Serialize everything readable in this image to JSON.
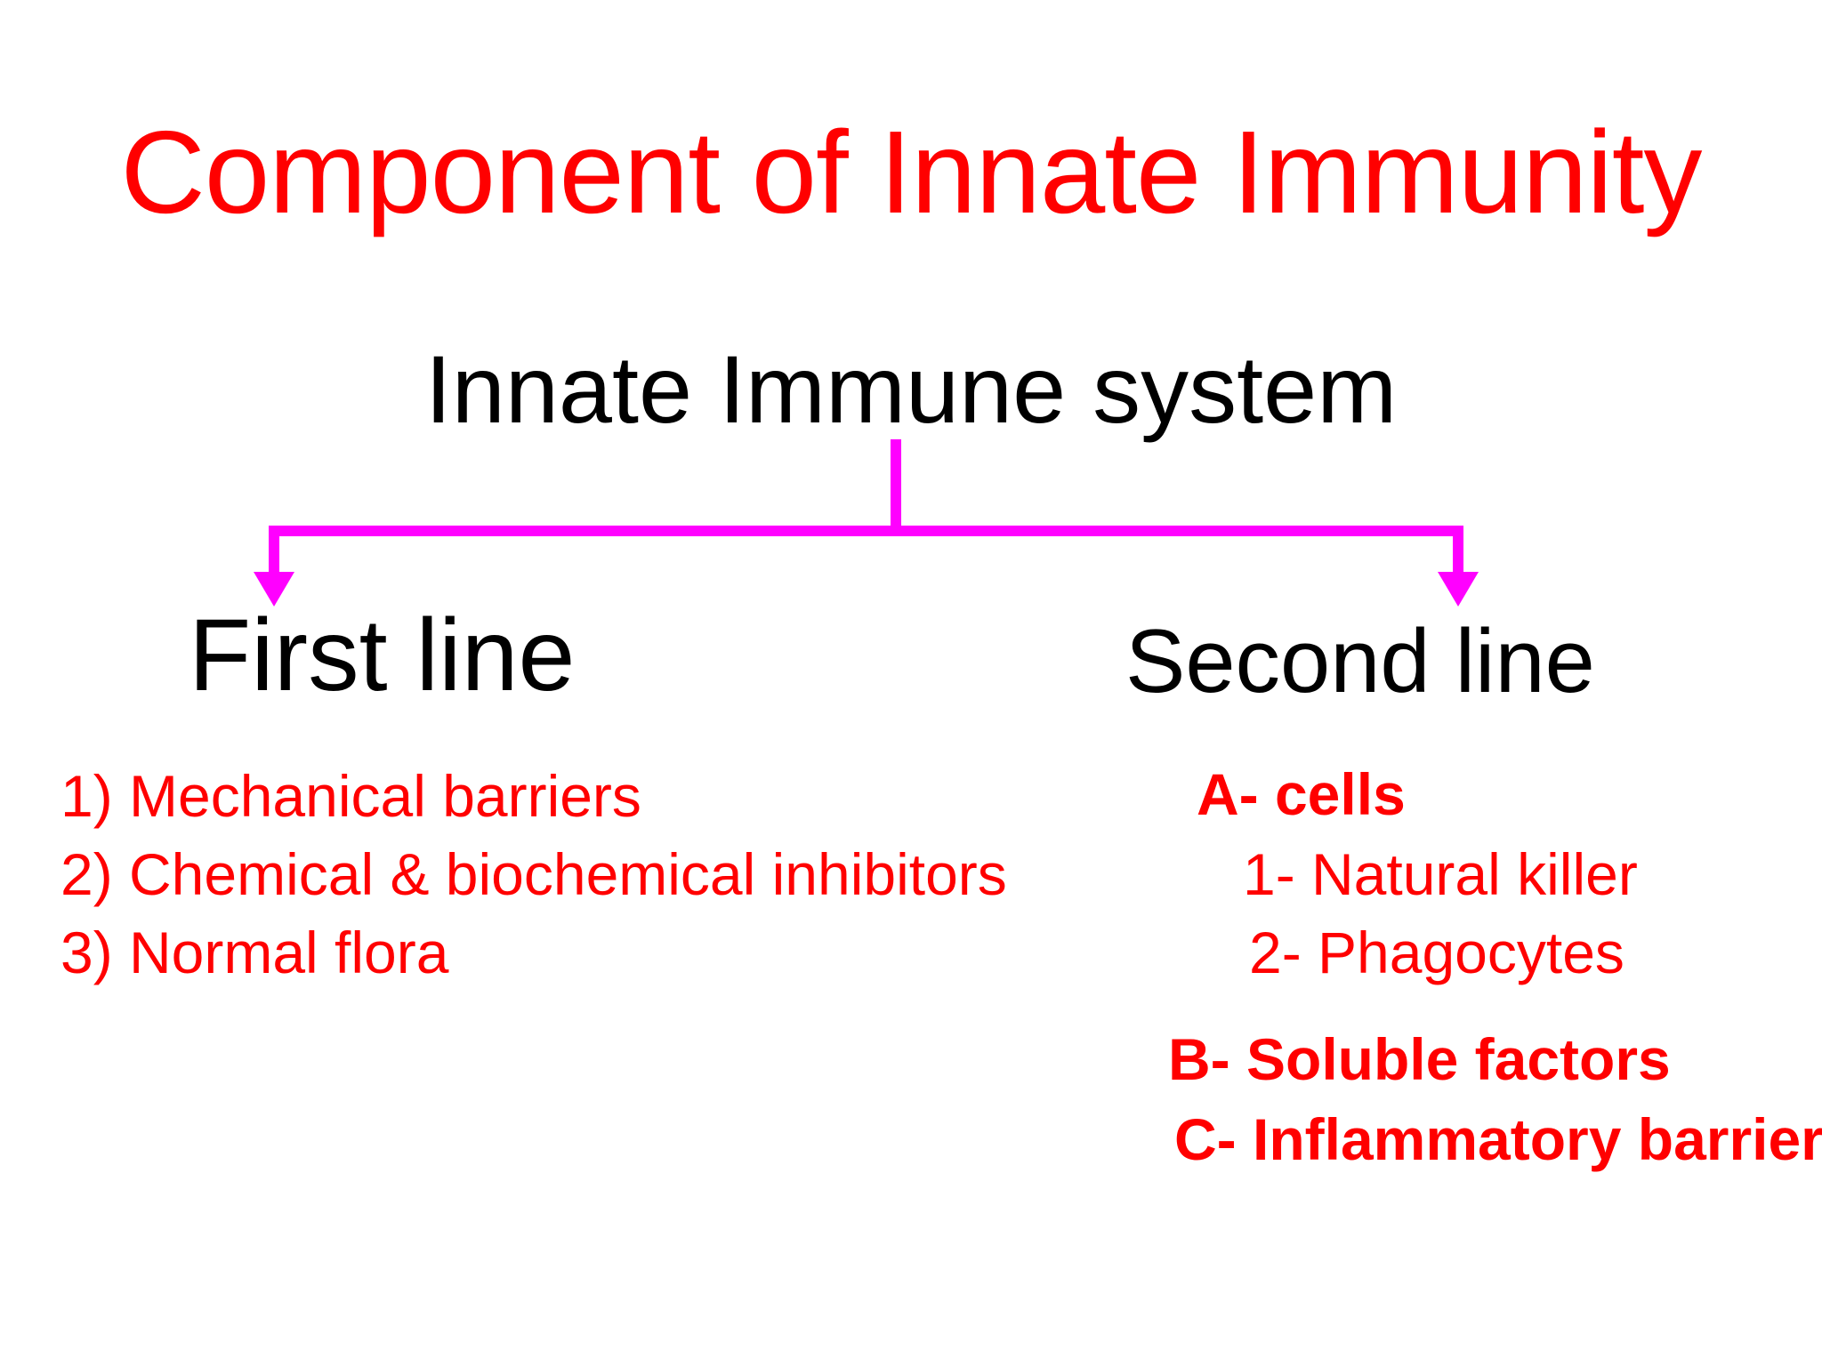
{
  "title": {
    "text": "Component of Innate Immunity"
  },
  "tree": {
    "root": "Innate Immune system",
    "left_branch": {
      "heading": "First line",
      "items": [
        "1) Mechanical barriers",
        "2) Chemical & biochemical inhibitors",
        "3) Normal flora"
      ]
    },
    "right_branch": {
      "heading": "Second line",
      "groups": [
        {
          "label": "A- cells",
          "children": [
            "1- Natural killer",
            "2- Phagocytes"
          ]
        },
        {
          "label": "B- Soluble factors",
          "children": []
        },
        {
          "label": "C- Inflammatory barriers",
          "children": []
        }
      ]
    }
  },
  "colors": {
    "title_red": "#ff0000",
    "list_red": "#ff0000",
    "connector_magenta": "#ff00ff",
    "text_black": "#000000",
    "background": "#ffffff"
  }
}
